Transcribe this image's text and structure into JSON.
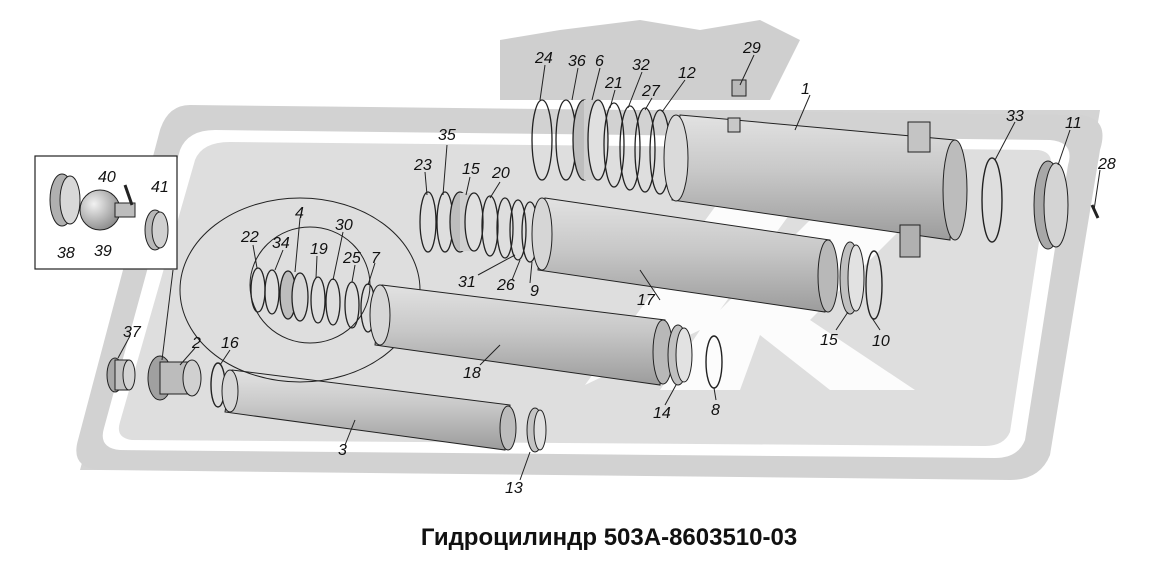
{
  "title": "Гидроцилиндр 503А-8603510-03",
  "callouts": [
    {
      "id": "1",
      "part": "cylinder-outer"
    },
    {
      "id": "2",
      "part": "tube-3-end"
    },
    {
      "id": "3",
      "part": "tube-3"
    },
    {
      "id": "4",
      "part": "ring-group"
    },
    {
      "id": "6",
      "part": "ring-stack"
    },
    {
      "id": "7",
      "part": "ring"
    },
    {
      "id": "8",
      "part": "ring"
    },
    {
      "id": "9",
      "part": "ring"
    },
    {
      "id": "10",
      "part": "ring"
    },
    {
      "id": "11",
      "part": "end-cap"
    },
    {
      "id": "12",
      "part": "ring"
    },
    {
      "id": "13",
      "part": "bushing"
    },
    {
      "id": "14",
      "part": "bushing"
    },
    {
      "id": "15",
      "part": "bushing"
    },
    {
      "id": "15",
      "part": "bushing"
    },
    {
      "id": "16",
      "part": "ring"
    },
    {
      "id": "17",
      "part": "tube-17"
    },
    {
      "id": "18",
      "part": "tube-18"
    },
    {
      "id": "19",
      "part": "ring"
    },
    {
      "id": "20",
      "part": "ring"
    },
    {
      "id": "21",
      "part": "ring"
    },
    {
      "id": "22",
      "part": "ring"
    },
    {
      "id": "23",
      "part": "ring"
    },
    {
      "id": "24",
      "part": "ring"
    },
    {
      "id": "25",
      "part": "ring"
    },
    {
      "id": "26",
      "part": "ring"
    },
    {
      "id": "27",
      "part": "ring"
    },
    {
      "id": "28",
      "part": "pin"
    },
    {
      "id": "29",
      "part": "plug"
    },
    {
      "id": "30",
      "part": "ring"
    },
    {
      "id": "31",
      "part": "ring"
    },
    {
      "id": "32",
      "part": "ring"
    },
    {
      "id": "33",
      "part": "ring"
    },
    {
      "id": "34",
      "part": "ring"
    },
    {
      "id": "35",
      "part": "ring"
    },
    {
      "id": "36",
      "part": "ring"
    },
    {
      "id": "37",
      "part": "nut"
    },
    {
      "id": "38",
      "part": "cap"
    },
    {
      "id": "39",
      "part": "ball-pin"
    },
    {
      "id": "40",
      "part": "pin"
    },
    {
      "id": "41",
      "part": "bushing"
    }
  ],
  "colors": {
    "background": "#ffffff",
    "watermark_dark": "#cfcfcf",
    "watermark_light": "#e6e6e6",
    "part_fill": "#cccccc",
    "part_shade": "#9a9a9a",
    "line": "#222222"
  }
}
